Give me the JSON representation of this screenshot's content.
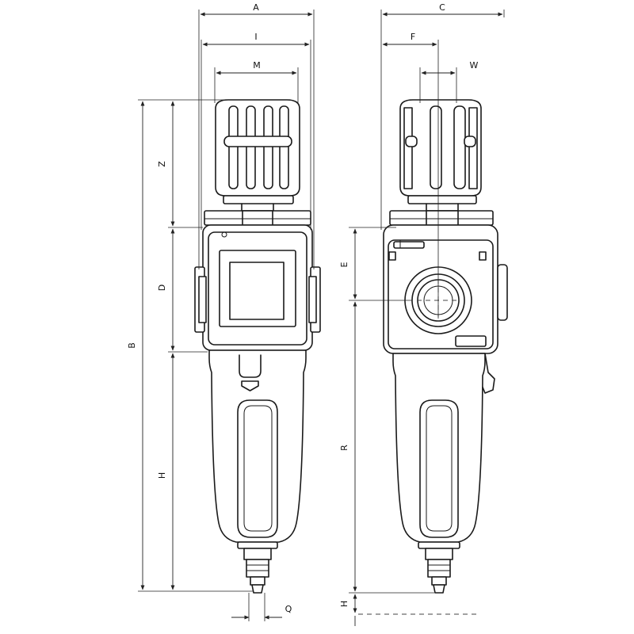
{
  "labels": {
    "A": "A",
    "I": "I",
    "M": "M",
    "C": "C",
    "F": "F",
    "W": "W",
    "B": "B",
    "Z": "Z",
    "D": "D",
    "H_front": "H",
    "E": "E",
    "R": "R",
    "H_side": "H",
    "Q": "Q"
  },
  "colors": {
    "line": "#1a1a1a",
    "background": "#ffffff"
  },
  "icons": {
    "drain_arrow": "chevron-down-icon"
  }
}
